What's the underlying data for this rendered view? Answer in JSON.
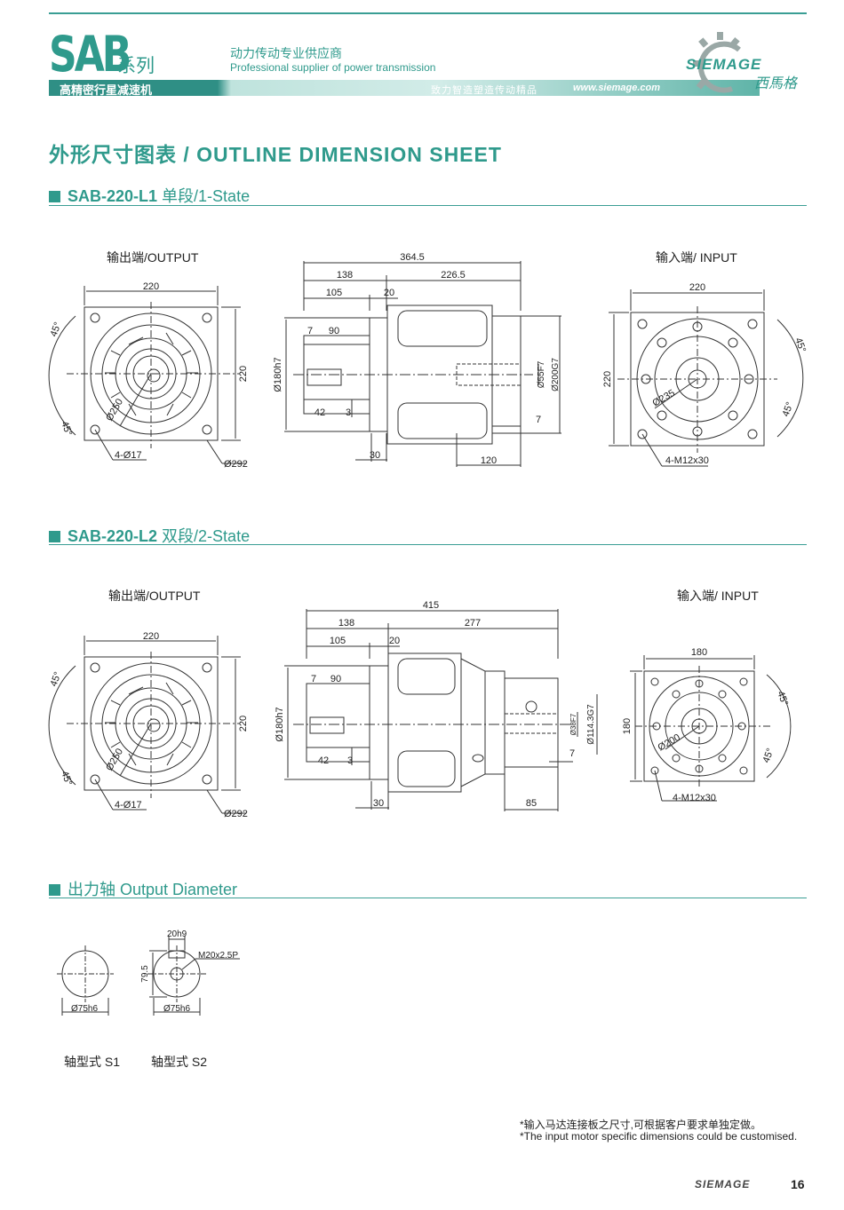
{
  "header": {
    "brand": "SAB",
    "series": "系列",
    "slogan_cn": "动力传动专业供应商",
    "slogan_en": "Professional supplier of power transmission",
    "product_cn": "高精密行星减速机",
    "motto_cn": "致力智造塑造传动精品",
    "website": "www.siemage.com",
    "logo_text": "SIEMAGE",
    "logo_cn": "西馬格",
    "accent_color": "#2f9a8c"
  },
  "sheet_title": "外形尺寸图表 / OUTLINE DIMENSION SHEET",
  "sections": {
    "l1": {
      "model": "SAB-220-L1",
      "stage": "单段/1-State",
      "output_label": "输出端/OUTPUT",
      "input_label": "输入端/ INPUT",
      "out": {
        "w": "220",
        "h": "220",
        "ang1": "45°",
        "ang2": "45°",
        "pcd": "Ø250",
        "holes": "4-Ø17",
        "diag": "Ø292"
      },
      "side": {
        "total": "364.5",
        "a": "138",
        "b": "226.5",
        "c": "105",
        "d": "20",
        "e": "7",
        "f": "90",
        "shaft": "Ø180h7",
        "g": "42",
        "h": "3",
        "i": "30",
        "j": "120",
        "k": "7",
        "bore1": "Ø55F7",
        "bore2": "Ø200G7"
      },
      "in": {
        "w": "220",
        "h": "220",
        "ang1": "45°",
        "ang2": "45°",
        "pcd": "Ø235",
        "holes": "4-M12x30"
      }
    },
    "l2": {
      "model": "SAB-220-L2",
      "stage": "双段/2-State",
      "output_label": "输出端/OUTPUT",
      "input_label": "输入端/ INPUT",
      "out": {
        "w": "220",
        "h": "220",
        "ang1": "45°",
        "ang2": "45°",
        "pcd": "Ø250",
        "holes": "4-Ø17",
        "diag": "Ø292"
      },
      "side": {
        "total": "415",
        "a": "138",
        "b": "277",
        "c": "105",
        "d": "20",
        "e": "7",
        "f": "90",
        "shaft": "Ø180h7",
        "g": "42",
        "h": "3",
        "i": "30",
        "j": "85",
        "k": "7",
        "bore1": "Ø38F7",
        "bore2": "Ø114.3G7"
      },
      "in": {
        "w": "180",
        "h": "180",
        "ang1": "45°",
        "ang2": "45°",
        "pcd": "Ø200",
        "holes": "4-M12x30"
      }
    },
    "shaft": {
      "title": "出力轴 Output Diameter",
      "s1": {
        "dia": "Ø75h6",
        "label": "轴型式 S1"
      },
      "s2": {
        "dia": "Ø75h6",
        "key": "20h9",
        "thread": "M20x2.5P",
        "height": "79.5",
        "label": "轴型式 S2"
      }
    }
  },
  "notes": {
    "cn": "*输入马达连接板之尺寸,可根据客户要求单独定做。",
    "en": "*The input motor specific dimensions could be customised."
  },
  "footer": {
    "logo": "SIEMAGE",
    "page": "16"
  }
}
